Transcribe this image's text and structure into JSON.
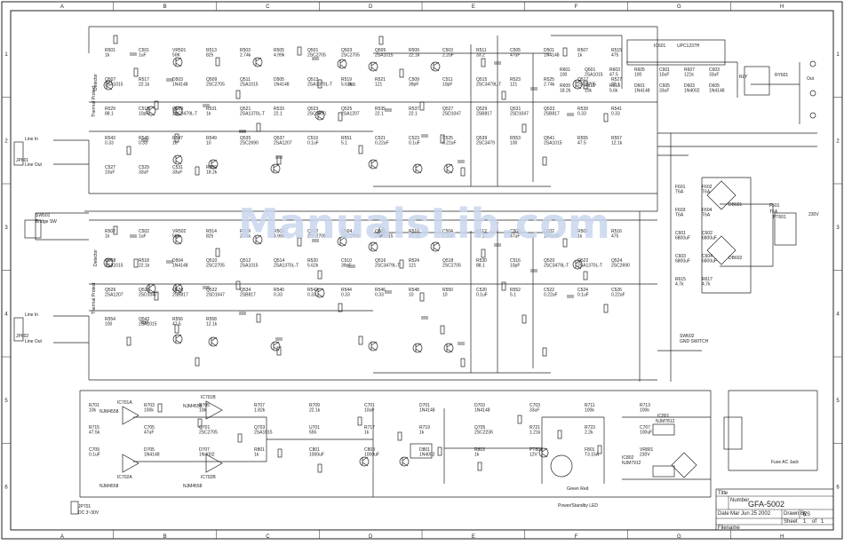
{
  "border": {
    "columns": [
      "A",
      "B",
      "C",
      "D",
      "E",
      "F",
      "G",
      "H"
    ],
    "rows": [
      "1",
      "2",
      "3",
      "4",
      "5",
      "6"
    ]
  },
  "watermark": "ManualsLib.com",
  "title_block": {
    "title_label": "Title",
    "number_label": "Number",
    "model": "GFA-5002",
    "date_label": "Date",
    "date": "Mar Jun 25 2002",
    "drawn_label": "Drawn By",
    "drawn_by": "ES",
    "sheet_label": "Sheet",
    "sheet": "1",
    "of_label": "of",
    "of": "1",
    "filename_label": "Filename"
  },
  "channel_top": {
    "input_label": "Line In",
    "output_label": "Line Out",
    "jack": "JP601",
    "switch": "SW501",
    "switch_label": "Bridge SW",
    "protect_label": "Thermal Protect",
    "detector_label": "Detector",
    "parts": [
      {
        "ref": "R501",
        "t": "1k"
      },
      {
        "ref": "C501",
        "t": "1uF"
      },
      {
        "ref": "VR501",
        "t": "50K"
      },
      {
        "ref": "R513",
        "t": "825"
      },
      {
        "ref": "R503",
        "t": "2.74k"
      },
      {
        "ref": "R505",
        "t": "4.99k"
      },
      {
        "ref": "Q501",
        "t": "2SC2705"
      },
      {
        "ref": "Q503",
        "t": "2SC2705"
      },
      {
        "ref": "Q505",
        "t": "2SA1015"
      },
      {
        "ref": "R509",
        "t": "22.1k"
      },
      {
        "ref": "C503",
        "t": "2.2uF"
      },
      {
        "ref": "R511",
        "t": "33.2"
      },
      {
        "ref": "C505",
        "t": "47uF"
      },
      {
        "ref": "D501",
        "t": "1N4148"
      },
      {
        "ref": "R507",
        "t": "1k"
      },
      {
        "ref": "R515",
        "t": "475"
      },
      {
        "ref": "Q507",
        "t": "2SA1015"
      },
      {
        "ref": "R517",
        "t": "22.1k"
      },
      {
        "ref": "D503",
        "t": "1N4148"
      },
      {
        "ref": "Q509",
        "t": "2SC2705"
      },
      {
        "ref": "Q511",
        "t": "2SA1015"
      },
      {
        "ref": "D505",
        "t": "1N4148"
      },
      {
        "ref": "Q513",
        "t": "2SA1370L-T"
      },
      {
        "ref": "R519",
        "t": "5.62k"
      },
      {
        "ref": "R521",
        "t": "121"
      },
      {
        "ref": "C509",
        "t": "39pF"
      },
      {
        "ref": "C511",
        "t": "10pF"
      },
      {
        "ref": "Q515",
        "t": "2SC3479L-T"
      },
      {
        "ref": "R523",
        "t": "121"
      },
      {
        "ref": "R525",
        "t": "2.74k"
      },
      {
        "ref": "Q517",
        "t": "2SC2705"
      },
      {
        "ref": "R527",
        "t": "22.1"
      },
      {
        "ref": "R529",
        "t": "88.1"
      },
      {
        "ref": "C515",
        "t": "10pF"
      },
      {
        "ref": "Q519",
        "t": "2SC3479L-T"
      },
      {
        "ref": "R531",
        "t": "1k"
      },
      {
        "ref": "Q521",
        "t": "2SA1370L-T"
      },
      {
        "ref": "R533",
        "t": "22.1"
      },
      {
        "ref": "Q523",
        "t": "2SC2690"
      },
      {
        "ref": "Q525",
        "t": "2SA1207"
      },
      {
        "ref": "R535",
        "t": "22.1"
      },
      {
        "ref": "R537",
        "t": "22.1"
      },
      {
        "ref": "Q527",
        "t": "2SD1047"
      },
      {
        "ref": "Q529",
        "t": "2SB817"
      },
      {
        "ref": "Q531",
        "t": "2SD1047"
      },
      {
        "ref": "Q533",
        "t": "2SB817"
      },
      {
        "ref": "R539",
        "t": "0.33"
      },
      {
        "ref": "R541",
        "t": "0.33"
      },
      {
        "ref": "R543",
        "t": "0.33"
      },
      {
        "ref": "R545",
        "t": "0.33"
      },
      {
        "ref": "R547",
        "t": "10"
      },
      {
        "ref": "R549",
        "t": "10"
      },
      {
        "ref": "Q535",
        "t": "2SC2690"
      },
      {
        "ref": "Q537",
        "t": "2SA1207"
      },
      {
        "ref": "C519",
        "t": "0.1uF"
      },
      {
        "ref": "R551",
        "t": "5.1"
      },
      {
        "ref": "C521",
        "t": "0.22uF"
      },
      {
        "ref": "C523",
        "t": "0.1uF"
      },
      {
        "ref": "C525",
        "t": "0.22uF"
      },
      {
        "ref": "Q539",
        "t": "2SC3479"
      },
      {
        "ref": "R553",
        "t": "100"
      },
      {
        "ref": "Q541",
        "t": "2SA1015"
      },
      {
        "ref": "R555",
        "t": "47.5"
      },
      {
        "ref": "R557",
        "t": "12.1k"
      },
      {
        "ref": "C527",
        "t": "10uF"
      },
      {
        "ref": "C529",
        "t": "33uF"
      },
      {
        "ref": "C531",
        "t": "33uF"
      },
      {
        "ref": "R559",
        "t": "18.2k"
      }
    ]
  },
  "channel_bottom": {
    "input_label": "Line In",
    "output_label": "Line Out",
    "jack": "JP602",
    "protect_label": "Thermal Protect",
    "detector_label": "Detector",
    "parts": [
      {
        "ref": "R502",
        "t": "1k"
      },
      {
        "ref": "C502",
        "t": "1uF"
      },
      {
        "ref": "VR502",
        "t": "50K"
      },
      {
        "ref": "R514",
        "t": "825"
      },
      {
        "ref": "R504",
        "t": "2.74k"
      },
      {
        "ref": "R506",
        "t": "4.99k"
      },
      {
        "ref": "Q502",
        "t": "2SC2705"
      },
      {
        "ref": "Q504",
        "t": "2SC2705"
      },
      {
        "ref": "Q506",
        "t": "2SA1015"
      },
      {
        "ref": "R510",
        "t": "22.1k"
      },
      {
        "ref": "C504",
        "t": "2.2uF"
      },
      {
        "ref": "R512",
        "t": "33.2"
      },
      {
        "ref": "C506",
        "t": "47uF"
      },
      {
        "ref": "D502",
        "t": "1N4148"
      },
      {
        "ref": "R508",
        "t": "1k"
      },
      {
        "ref": "R516",
        "t": "475"
      },
      {
        "ref": "Q508",
        "t": "2SA1015"
      },
      {
        "ref": "R518",
        "t": "22.1k"
      },
      {
        "ref": "D504",
        "t": "1N4148"
      },
      {
        "ref": "Q510",
        "t": "2SC2705"
      },
      {
        "ref": "Q512",
        "t": "2SA1015"
      },
      {
        "ref": "Q514",
        "t": "2SA1370L-T"
      },
      {
        "ref": "R520",
        "t": "5.62k"
      },
      {
        "ref": "C510",
        "t": "39pF"
      },
      {
        "ref": "Q516",
        "t": "2SC3479L-T"
      },
      {
        "ref": "R524",
        "t": "121"
      },
      {
        "ref": "Q518",
        "t": "2SC2705"
      },
      {
        "ref": "R530",
        "t": "88.1"
      },
      {
        "ref": "C516",
        "t": "10pF"
      },
      {
        "ref": "Q520",
        "t": "2SC3479L-T"
      },
      {
        "ref": "Q522",
        "t": "2SA1370L-T"
      },
      {
        "ref": "Q524",
        "t": "2SC2690"
      },
      {
        "ref": "Q526",
        "t": "2SA1207"
      },
      {
        "ref": "Q528",
        "t": "2SD1047"
      },
      {
        "ref": "Q530",
        "t": "2SB817"
      },
      {
        "ref": "Q532",
        "t": "2SD1047"
      },
      {
        "ref": "Q534",
        "t": "2SB817"
      },
      {
        "ref": "R540",
        "t": "0.33"
      },
      {
        "ref": "R542",
        "t": "0.33"
      },
      {
        "ref": "R544",
        "t": "0.33"
      },
      {
        "ref": "R546",
        "t": "0.33"
      },
      {
        "ref": "R548",
        "t": "10"
      },
      {
        "ref": "R550",
        "t": "10"
      },
      {
        "ref": "C520",
        "t": "0.1uF"
      },
      {
        "ref": "R552",
        "t": "5.1"
      },
      {
        "ref": "C522",
        "t": "0.22uF"
      },
      {
        "ref": "C524",
        "t": "0.1uF"
      },
      {
        "ref": "C526",
        "t": "0.22uF"
      },
      {
        "ref": "R554",
        "t": "100"
      },
      {
        "ref": "Q542",
        "t": "2SA1015"
      },
      {
        "ref": "R556",
        "t": "47.5"
      },
      {
        "ref": "R558",
        "t": "12.1k"
      }
    ]
  },
  "protection": {
    "ic": "IC601",
    "ic_type": "UPC1237H",
    "relay": "RY601",
    "relay_label": "RLY",
    "out_label": "Out",
    "parts": [
      {
        "ref": "R601",
        "t": "100"
      },
      {
        "ref": "Q601",
        "t": "2SA1015"
      },
      {
        "ref": "R603",
        "t": "47.5"
      },
      {
        "ref": "R605",
        "t": "100"
      },
      {
        "ref": "C601",
        "t": "10uF"
      },
      {
        "ref": "R607",
        "t": "121k"
      },
      {
        "ref": "C603",
        "t": "33uF"
      },
      {
        "ref": "R609",
        "t": "18.2k"
      },
      {
        "ref": "R611",
        "t": "10k"
      },
      {
        "ref": "R613",
        "t": "5.6k"
      },
      {
        "ref": "D601",
        "t": "1N4148"
      },
      {
        "ref": "C605",
        "t": "33uF"
      },
      {
        "ref": "D603",
        "t": "1N4002"
      },
      {
        "ref": "D605",
        "t": "1N4148"
      }
    ]
  },
  "power_supply": {
    "fuse_label": "F501",
    "fuse_value": "T6A",
    "transformer": "PT601",
    "transformer_primary": "230V",
    "switch_label": "SW602",
    "switch_text": "GND SWITCH",
    "bridge_a": "DB601",
    "bridge_b": "DB602",
    "parts": [
      {
        "ref": "F601",
        "t": "T6A"
      },
      {
        "ref": "F602",
        "t": "T6A"
      },
      {
        "ref": "F603",
        "t": "T6A"
      },
      {
        "ref": "F604",
        "t": "T6A"
      },
      {
        "ref": "C601",
        "t": "6800uF"
      },
      {
        "ref": "C602",
        "t": "6800uF"
      },
      {
        "ref": "C603",
        "t": "6800uF"
      },
      {
        "ref": "C604",
        "t": "6800uF"
      },
      {
        "ref": "R615",
        "t": "4.7k"
      },
      {
        "ref": "R617",
        "t": "4.7k"
      }
    ]
  },
  "bottom_section": {
    "opamps": [
      "IC701A",
      "IC701B",
      "IC702A",
      "IC702B"
    ],
    "opamp_type": "NJM4558",
    "dc_label": "DC 3~30V",
    "dc_jack": "JP701",
    "led_label": "Power/Standby LED",
    "led_colors": "Green Red",
    "fuse_label": "Fuse AC Jack",
    "regulator": "IC801",
    "regulator_type": "NJM7812",
    "regulator2": "IC802",
    "regulator2_type": "NJM7912",
    "parts": [
      {
        "ref": "R701",
        "t": "10k"
      },
      {
        "ref": "R703",
        "t": "100k"
      },
      {
        "ref": "R705",
        "t": "10k"
      },
      {
        "ref": "R707",
        "t": "1.82k"
      },
      {
        "ref": "R709",
        "t": "22.1k"
      },
      {
        "ref": "C701",
        "t": "10uF"
      },
      {
        "ref": "D701",
        "t": "1N4148"
      },
      {
        "ref": "D703",
        "t": "1N4148"
      },
      {
        "ref": "C703",
        "t": "33uF"
      },
      {
        "ref": "R711",
        "t": "100k"
      },
      {
        "ref": "R713",
        "t": "100k"
      },
      {
        "ref": "R715",
        "t": "47.5k"
      },
      {
        "ref": "C705",
        "t": "47uF"
      },
      {
        "ref": "Q701",
        "t": "2SC2705"
      },
      {
        "ref": "Q703",
        "t": "2SA1015"
      },
      {
        "ref": "U701",
        "t": "555"
      },
      {
        "ref": "R717",
        "t": "1k"
      },
      {
        "ref": "R719",
        "t": "1k"
      },
      {
        "ref": "Q705",
        "t": "2SC2236"
      },
      {
        "ref": "R721",
        "t": "1.21k"
      },
      {
        "ref": "R723",
        "t": "2.2k"
      },
      {
        "ref": "C707",
        "t": "100uF"
      },
      {
        "ref": "C709",
        "t": "0.1uF"
      },
      {
        "ref": "D705",
        "t": "1N4148"
      },
      {
        "ref": "D707",
        "t": "1N4002"
      },
      {
        "ref": "R801",
        "t": "1k"
      },
      {
        "ref": "C801",
        "t": "1000uF"
      },
      {
        "ref": "C803",
        "t": "1000uF"
      },
      {
        "ref": "D801",
        "t": "1N4002"
      },
      {
        "ref": "R803",
        "t": "1k"
      },
      {
        "ref": "PT801",
        "t": "12V"
      },
      {
        "ref": "F801",
        "t": "T3.15A"
      },
      {
        "ref": "VR801",
        "t": "230V"
      }
    ]
  }
}
